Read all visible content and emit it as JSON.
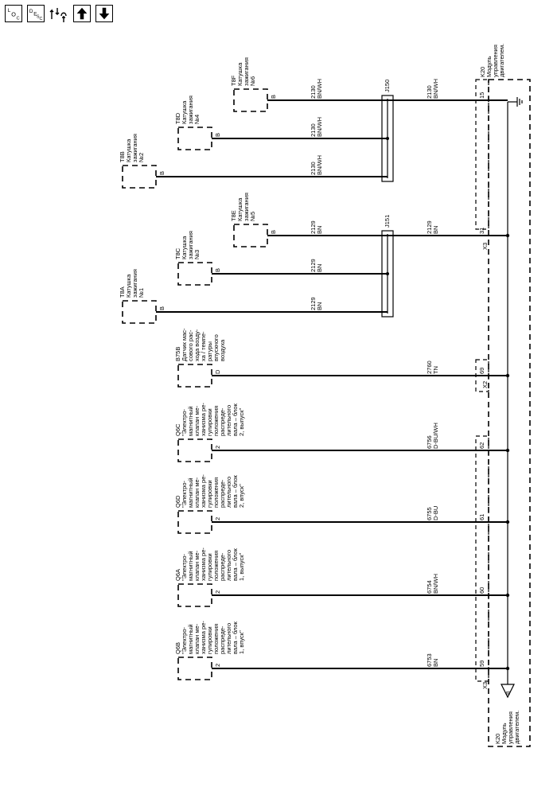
{
  "toolbar": {
    "buttons": [
      {
        "name": "loc-button",
        "icon": "loc-icon",
        "sup": "L",
        "main": "O",
        "sub": "C"
      },
      {
        "name": "desc-button",
        "icon": "desc-icon",
        "sup": "D",
        "main": "E",
        "sub": "S",
        "sub2": "C"
      },
      {
        "name": "connector-diagnostics-button",
        "icon": "wire-up-down-icon"
      },
      {
        "name": "up-arrow-button",
        "icon": "arrow-up-icon"
      },
      {
        "name": "down-arrow-button",
        "icon": "arrow-down-icon"
      }
    ]
  },
  "module": {
    "ref": "K20",
    "name_lines": [
      "Модуль",
      "управления",
      "двигателем."
    ],
    "bottom_ref": "K20",
    "bottom_name_lines": [
      "Модуль",
      "управления",
      "двигателем."
    ],
    "ground_pin": "B"
  },
  "connectors": {
    "x3_top": "X3",
    "x2": "X2",
    "x3_bottom": "X3"
  },
  "splices": {
    "j150": "J150",
    "j151": "J151"
  },
  "components": [
    {
      "ref": "T8F",
      "lines": [
        "Катушка",
        "зажигания",
        "№6"
      ],
      "pin": "B"
    },
    {
      "ref": "T8D",
      "lines": [
        "Катушка",
        "зажигания",
        "№4"
      ],
      "pin": "B"
    },
    {
      "ref": "T8B",
      "lines": [
        "Катушка",
        "зажигания",
        "№2"
      ],
      "pin": "B"
    },
    {
      "ref": "T8E",
      "lines": [
        "Катушка",
        "зажигания",
        "№5"
      ],
      "pin": "B"
    },
    {
      "ref": "T8C",
      "lines": [
        "Катушка",
        "зажигания",
        "№3"
      ],
      "pin": "B"
    },
    {
      "ref": "T8A",
      "lines": [
        "Катушка",
        "зажигания",
        "№1"
      ],
      "pin": "B"
    },
    {
      "ref": "B75B",
      "lines": [
        "Датчик мас-",
        "сового рас-",
        "хода возду-",
        "ха / темпе-",
        "ратуры",
        "впускного",
        "воздуха"
      ],
      "pin": "D"
    },
    {
      "ref": "Q6C",
      "lines": [
        "\"Электро-",
        "магнитный",
        "клапан ме-",
        "ханизма ре-",
        "гулировки",
        "положения",
        "распреде-",
        "лительного",
        "вала – блок",
        "2, выпуск\""
      ],
      "pin": "2"
    },
    {
      "ref": "Q6D",
      "lines": [
        "\"Электро-",
        "магнитный",
        "клапан ме-",
        "ханизма ре-",
        "гулировки",
        "положения",
        "распреде-",
        "лительного",
        "вала – блок",
        "2, впуск\""
      ],
      "pin": "2"
    },
    {
      "ref": "Q6A",
      "lines": [
        "\"Электро-",
        "магнитный",
        "клапан ме-",
        "ханизма ре-",
        "гулировки",
        "положения",
        "распреде-",
        "лительного",
        "вала – блок",
        "1, выпуск\""
      ],
      "pin": "2"
    },
    {
      "ref": "Q6B",
      "lines": [
        "\"Электро-",
        "магнитный",
        "клапан ме-",
        "ханизма ре-",
        "гулировки",
        "положения",
        "распреде-",
        "лительного",
        "вала – блок",
        "1, впуск\""
      ],
      "pin": "2"
    }
  ],
  "wires": [
    {
      "circuit": "2130",
      "color": "BN/WH",
      "ecm_pin": "15"
    },
    {
      "circuit": "2130",
      "color": "BN/WH"
    },
    {
      "circuit": "2130",
      "color": "BN/WH"
    },
    {
      "circuit": "2130",
      "color": "BN/WH"
    },
    {
      "circuit": "2129",
      "color": "BN",
      "ecm_pin": "31"
    },
    {
      "circuit": "2129",
      "color": "BN"
    },
    {
      "circuit": "2129",
      "color": "BN"
    },
    {
      "circuit": "2129",
      "color": "BN"
    },
    {
      "circuit": "2760",
      "color": "TN",
      "ecm_pin": "69"
    },
    {
      "circuit": "6756",
      "color": "D-BU/WH",
      "ecm_pin": "62"
    },
    {
      "circuit": "6755",
      "color": "D-BU",
      "ecm_pin": "61"
    },
    {
      "circuit": "6754",
      "color": "BN/WH",
      "ecm_pin": "60"
    },
    {
      "circuit": "6753",
      "color": "BN",
      "ecm_pin": "59"
    }
  ]
}
